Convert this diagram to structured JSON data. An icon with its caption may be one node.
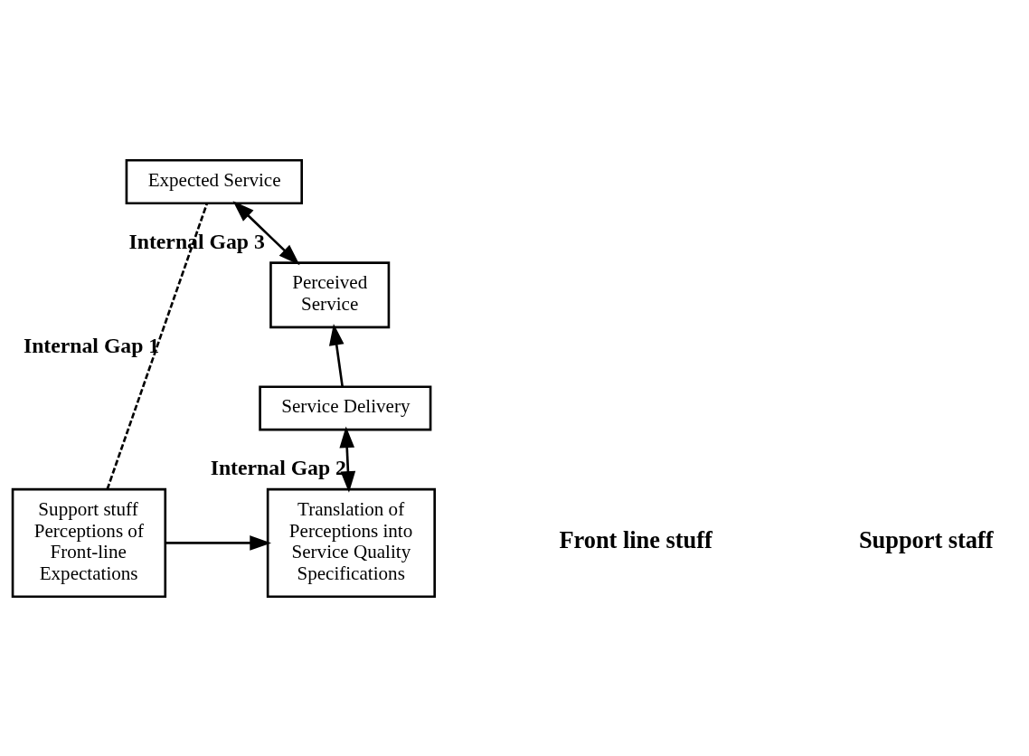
{
  "diagram": {
    "nodes": [
      {
        "text": [
          "Expected Service"
        ]
      },
      {
        "text": [
          "Perceived Service"
        ]
      },
      {
        "text": [
          "Service Delivery"
        ]
      },
      {
        "text": [
          "Support stuff Perceptions of Front-line Expectations"
        ]
      },
      {
        "text": [
          "Translation of Perceptions into Service Quality Specifications"
        ]
      }
    ],
    "edges": [
      {
        "from": 3,
        "to": 0,
        "arrow": "none",
        "style": "dashed",
        "label": "Internal Gap 1"
      },
      {
        "from": 1,
        "to": 0,
        "arrow": "both",
        "label": "Internal Gap 3"
      },
      {
        "from": 2,
        "to": 1,
        "arrow": "to"
      },
      {
        "from": 4,
        "to": 2,
        "arrow": "both",
        "label": "Internal Gap 2"
      },
      {
        "from": 3,
        "to": 4,
        "arrow": "to"
      }
    ],
    "labels": [
      "Front line stuff",
      "Support staff"
    ]
  }
}
